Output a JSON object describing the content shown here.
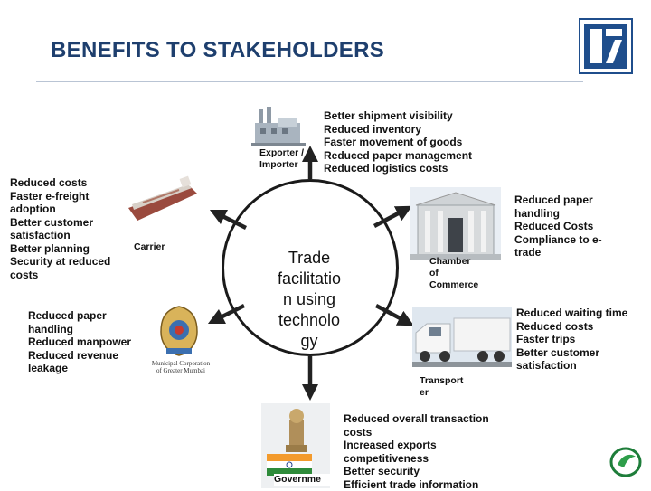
{
  "title": "BENEFITS TO STAKEHOLDERS",
  "center": {
    "text": "Trade\nfacilitatio\nn using\ntechnolo\ngy"
  },
  "stakeholders": {
    "exporter": {
      "label": "Exporter /\nImporter",
      "benefits": "Better shipment visibility\nReduced inventory\nFaster movement of goods\nReduced paper management\nReduced logistics costs"
    },
    "carrier": {
      "label": "Carrier",
      "benefits": "Reduced costs\nFaster e-freight\nadoption\nBetter customer\nsatisfaction\nBetter planning\nSecurity at reduced\ncosts"
    },
    "municipal": {
      "label": "Municipal Corporation\nof Greater Mumbai",
      "benefits": "Reduced paper\nhandling\nReduced manpower\nReduced revenue\nleakage"
    },
    "chamber": {
      "label": "Chamber\nof\nCommerce",
      "benefits": "Reduced paper\nhandling\nReduced Costs\nCompliance to e-\ntrade"
    },
    "transporter": {
      "label": "Transport\ner",
      "benefits": "Reduced waiting time\nReduced costs\nFaster trips\nBetter customer\nsatisfaction"
    },
    "government": {
      "label": "Governme",
      "benefits": "Reduced overall transaction\ncosts\nIncreased exports\ncompetitiveness\nBetter security\nEfficient trade information"
    }
  },
  "colors": {
    "title": "#1e3f6e",
    "logo": "#1f4e8c",
    "arrow": "#222222"
  }
}
